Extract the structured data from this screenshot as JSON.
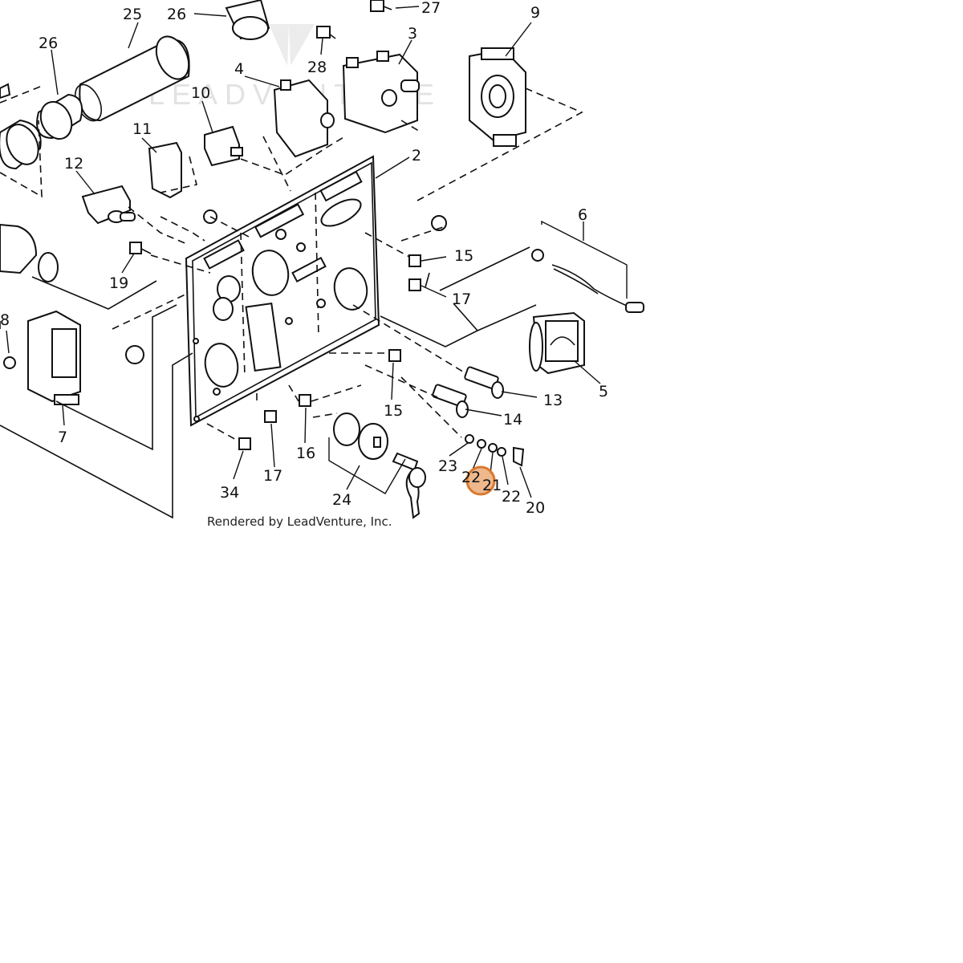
{
  "diagram": {
    "watermark": "LEADVENTURE",
    "credit": "Rendered by LeadVenture, Inc.",
    "callouts": {
      "c25": "25",
      "c26a": "26",
      "c26b": "26",
      "c27": "27",
      "c28": "28",
      "c9": "9",
      "c3": "3",
      "c4": "4",
      "c10": "10",
      "c11": "11",
      "c12": "12",
      "c2": "2",
      "c6": "6",
      "c15a": "15",
      "c15b": "15",
      "c17a": "17",
      "c17b": "17",
      "c19": "19",
      "c8": "8",
      "c7": "7",
      "c5": "5",
      "c13": "13",
      "c14": "14",
      "c16": "16",
      "c34": "34",
      "c24": "24",
      "c23": "23",
      "c22a": "22",
      "c21": "21",
      "c22b": "22",
      "c20": "20"
    },
    "highlight": {
      "label": "21",
      "color": "#e8a066"
    }
  }
}
